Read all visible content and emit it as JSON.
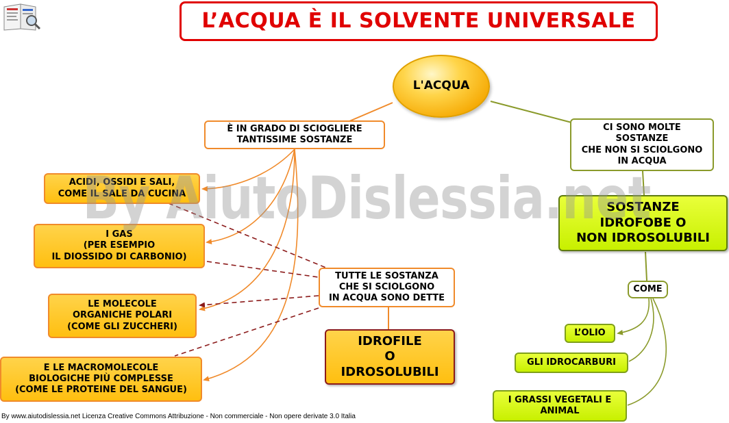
{
  "title": "L’ACQUA È IL SOLVENTE UNIVERSALE",
  "center": "L'ACQUA",
  "left_branch": {
    "parent": "È  IN  GRADO  DI  SCIOGLIERE\nTANTISSIME SOSTANZE",
    "items": [
      "ACIDI, OSSIDI E SALI,\nCOME IL SALE DA CUCINA",
      "I GAS\n(PER ESEMPIO\nIL DIOSSIDO DI CARBONIO)",
      "LE MOLECOLE\nORGANICHE  POLARI\n(COME  GLI  ZUCCHERI)",
      "E  LE  MACROMOLECOLE\nBIOLOGICHE PIÙ COMPLESSE\n(COME LE PROTEINE DEL SANGUE)"
    ],
    "collector": "TUTTE LE SOSTANZA\nCHE SI SCIOLGONO\nIN ACQUA SONO DETTE",
    "result": "IDROFILE\nO\nIDROSOLUBILI"
  },
  "right_branch": {
    "parent": "CI SONO MOLTE\nSOSTANZE\nCHE NON SI SCIOLGONO\nIN ACQUA",
    "result": "SOSTANZE\nIDROFOBE O\nNON IDROSOLUBILI",
    "connector": "COME",
    "examples": [
      "L’OLIO",
      "GLI IDROCARBURI",
      "I GRASSI VEGETALI E\nANIMAL"
    ]
  },
  "watermark": "By AiutoDislessia.net",
  "footer": "By www.aiutodislessia.net Licenza Creative Commons Attribuzione - Non commerciale - Non opere derivate 3.0 Italia",
  "colors": {
    "title_red": "#e00000",
    "orange_line": "#f08a2a",
    "olive_line": "#8a9a2a",
    "dashed_line": "#8b1a1a",
    "orange_fill": "#ffc21a",
    "green_fill": "#d4f80a"
  }
}
